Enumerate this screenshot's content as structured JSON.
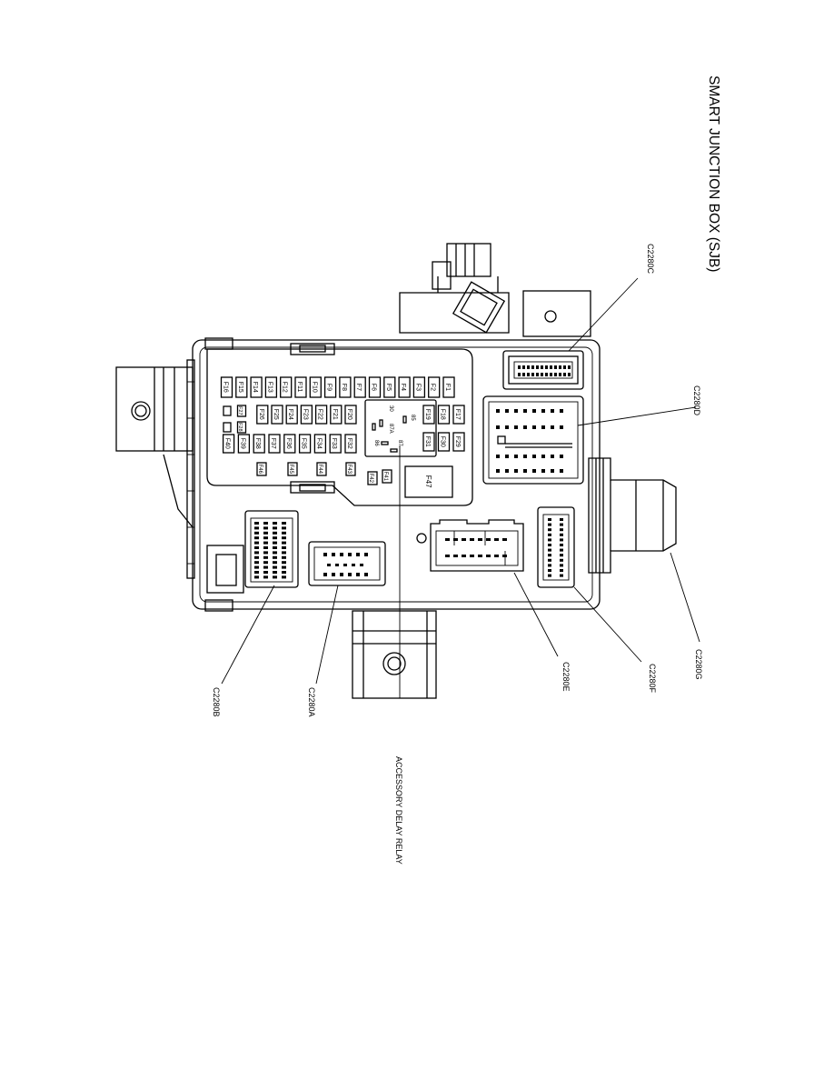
{
  "title": "SMART JUNCTION BOX (SJB)",
  "relay_label": "ACCESSORY DELAY RELAY",
  "relay_pins": [
    "85",
    "30",
    "87A",
    "86",
    "87"
  ],
  "connectors": [
    "C2280C",
    "C2280D",
    "C2280G",
    "C2280F",
    "C2280E",
    "C2280A",
    "C2280B"
  ],
  "fuses": {
    "row1": [
      "F1",
      "F2",
      "F3",
      "F4",
      "F5",
      "F6",
      "F7",
      "F8",
      "F9",
      "F10",
      "F11",
      "F12",
      "F13",
      "F14",
      "F15",
      "F16"
    ],
    "row2_right": [
      "F17",
      "F18",
      "F19"
    ],
    "row2_left": [
      "F20",
      "F21",
      "F22",
      "F23",
      "F24",
      "F25",
      "F26"
    ],
    "small_upper": [
      "F27",
      "F28"
    ],
    "row3_right": [
      "F29",
      "F30",
      "F31"
    ],
    "row3_left": [
      "F32",
      "F33",
      "F34",
      "F35",
      "F36",
      "F37",
      "F38",
      "F39",
      "F40"
    ],
    "bottom": [
      "F41",
      "F42",
      "F43",
      "F44",
      "F45",
      "F46"
    ],
    "large": "F47"
  }
}
